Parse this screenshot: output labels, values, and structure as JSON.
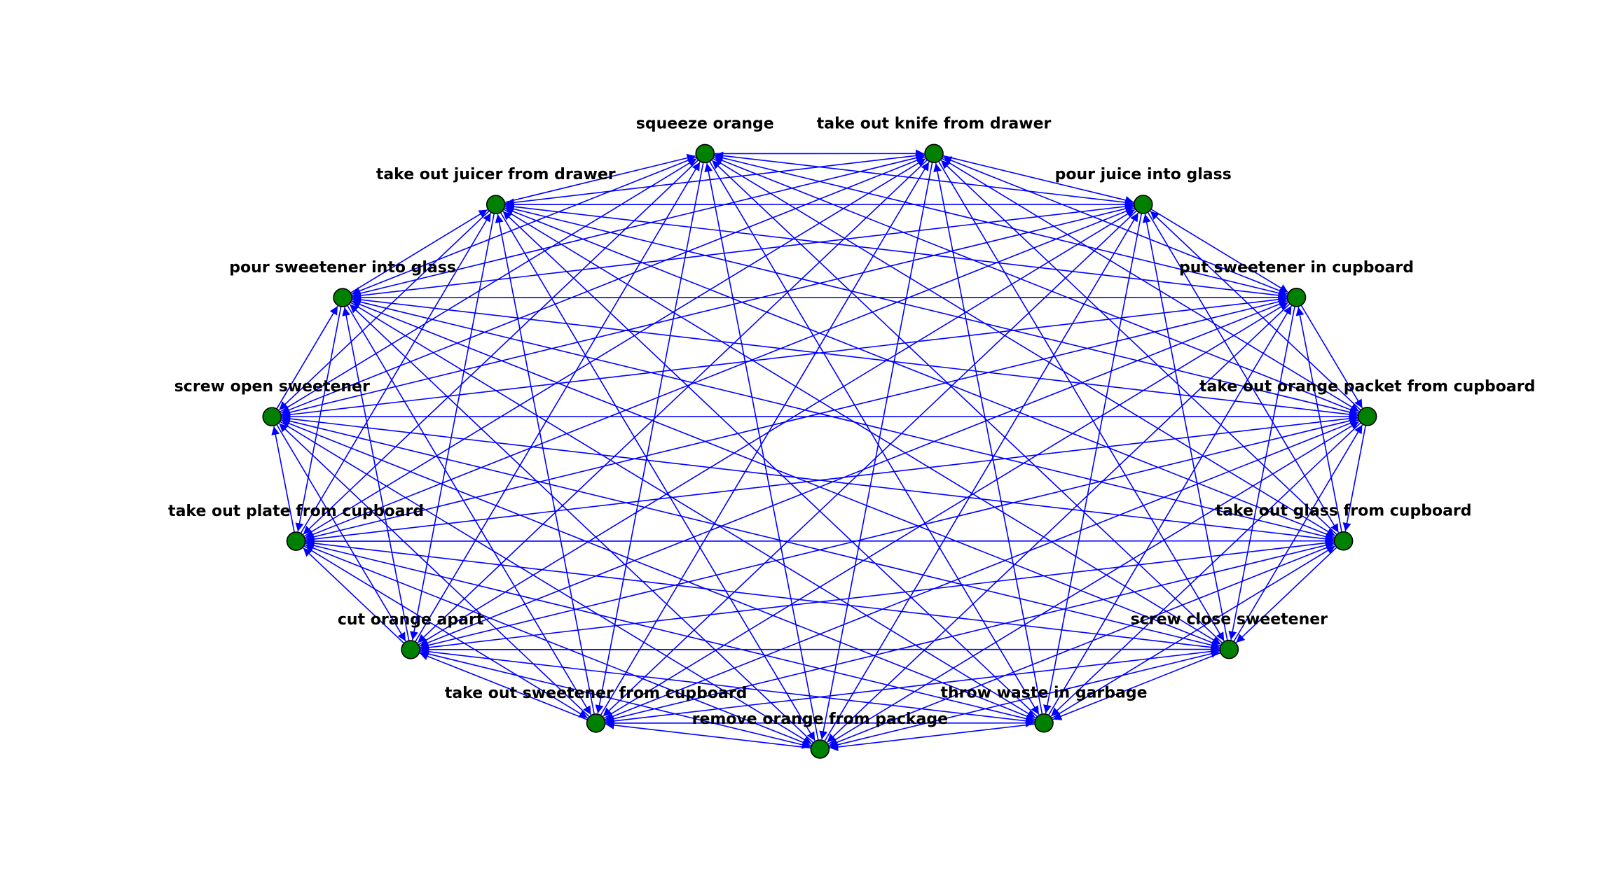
{
  "graph": {
    "node_color": "#008000",
    "edge_color": "#0000ff",
    "nodes": [
      "take out knife from drawer",
      "pour juice into glass",
      "put sweetener in cupboard",
      "take out orange packet from cupboard",
      "take out glass from cupboard",
      "screw close sweetener",
      "throw waste in garbage",
      "remove orange from package",
      "take out sweetener from cupboard",
      "cut orange apart",
      "take out plate from cupboard",
      "screw open sweetener",
      "pour sweetener into glass",
      "take out juicer from drawer",
      "squeeze orange"
    ],
    "edge_rule": "each node has a directed edge to every other node (complete tournament); orientation approximated",
    "complete_directed": true
  }
}
